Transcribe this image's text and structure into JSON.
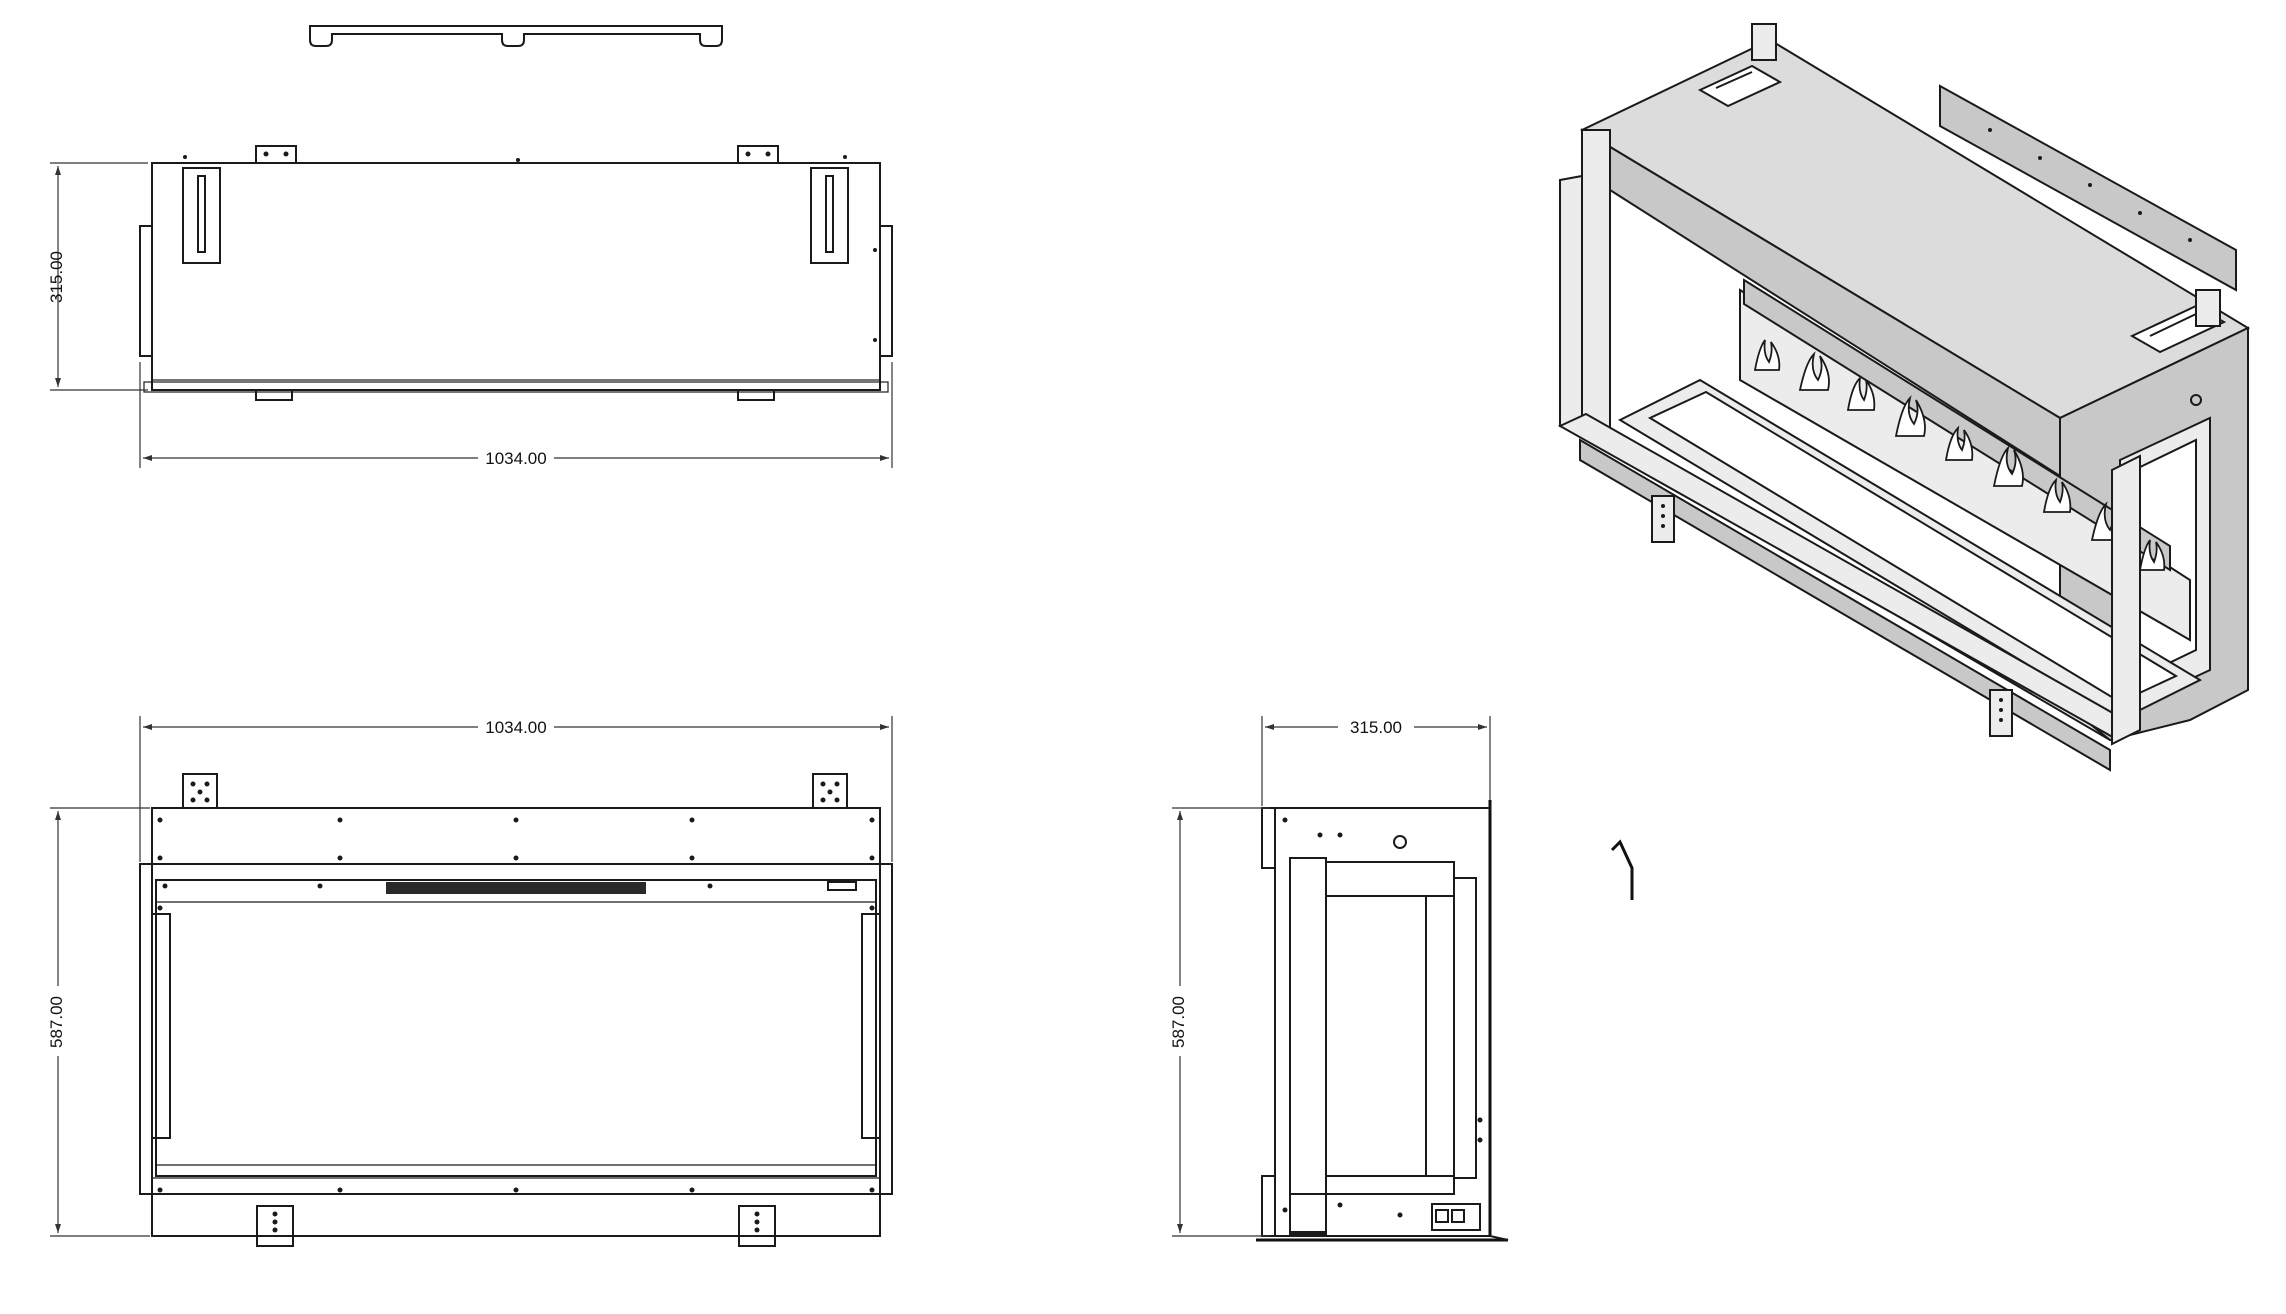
{
  "dimensions": {
    "top_view_depth": "315.00",
    "top_view_width": "1034.00",
    "front_view_width": "1034.00",
    "front_view_height": "587.00",
    "side_view_depth": "315.00",
    "side_view_height": "587.00"
  },
  "icons": {
    "arrowhead": "arrowhead-icon"
  }
}
